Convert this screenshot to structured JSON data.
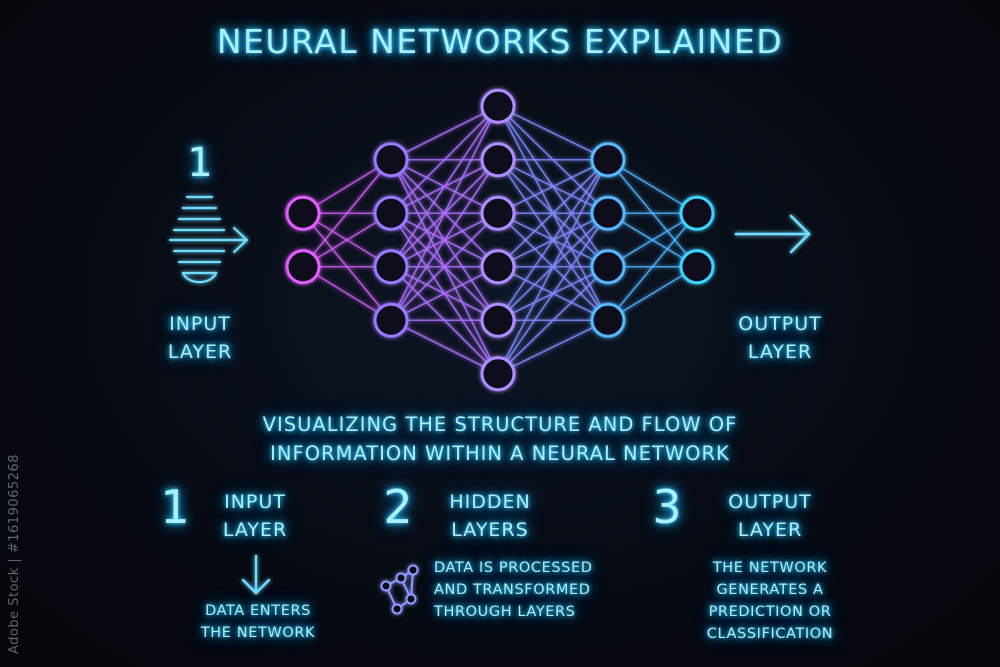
{
  "title": "NEURAL NETWORKS EXPLAINED",
  "input_side": {
    "number": "1",
    "label_line1": "INPUT",
    "label_line2": "LAYER"
  },
  "output_side": {
    "label_line1": "OUTPUT",
    "label_line2": "LAYER"
  },
  "subtitle": {
    "line1": "VISUALIZING THE STRUCTURE AND FLOW OF",
    "line2": "INFORMATION WITHIN A NEURAL NETWORK"
  },
  "steps": [
    {
      "number": "1",
      "title_line1": "INPUT",
      "title_line2": "LAYER",
      "desc": [
        "DATA ENTERS",
        "THE NETWORK"
      ]
    },
    {
      "number": "2",
      "title_line1": "HIDDEN",
      "title_line2": "LAYERS",
      "desc": [
        "DATA IS PROCESSED",
        "AND TRANSFORMED",
        "THROUGH LAYERS"
      ]
    },
    {
      "number": "3",
      "title_line1": "OUTPUT",
      "title_line2": "LAYER",
      "desc": [
        "THE NETWORK",
        "GENERATES A",
        "PREDICTION OR",
        "CLASSIFICATION"
      ]
    }
  ],
  "network": {
    "layer_sizes": [
      2,
      4,
      6,
      4,
      2
    ]
  },
  "watermark": "Adobe Stock | #1619065268",
  "colors": {
    "cyan": "#3cd2ff",
    "magenta": "#e45cff",
    "violet": "#9a78ff",
    "blue": "#58b8ff",
    "background": "#070b13"
  }
}
